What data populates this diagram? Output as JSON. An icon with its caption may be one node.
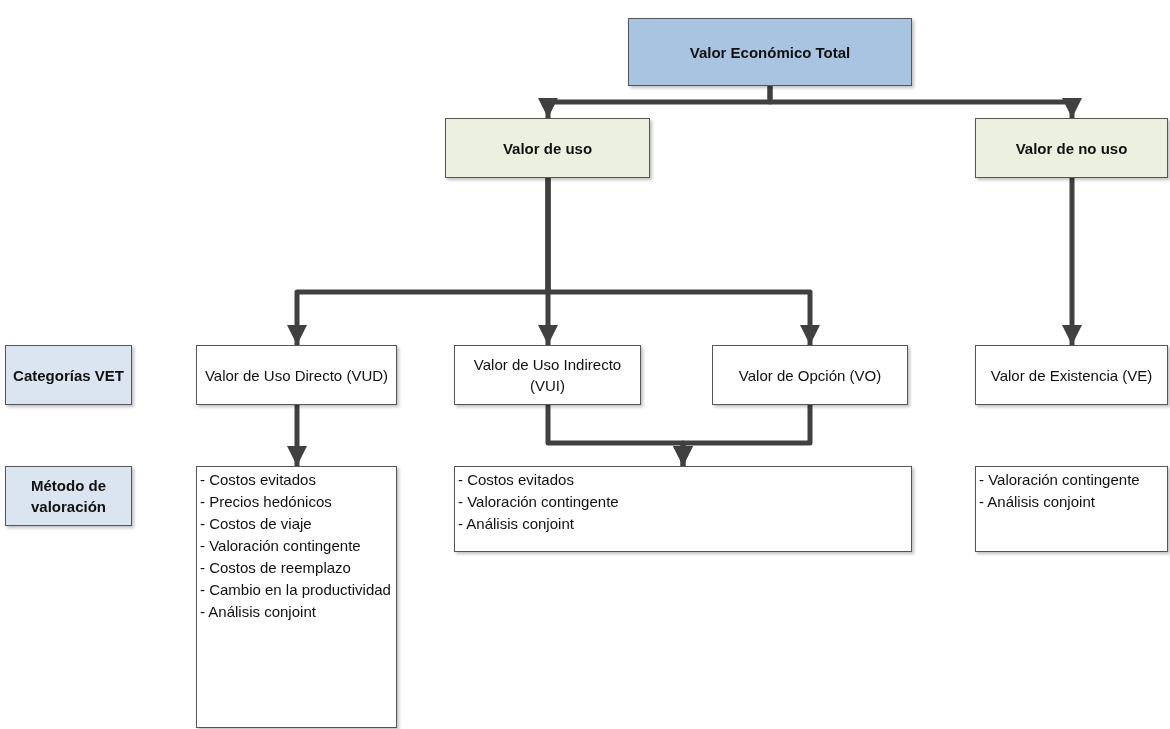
{
  "diagram": {
    "nodes": [
      {
        "text": [
          "Valor Económico Total"
        ]
      },
      {
        "text": [
          "Valor de uso"
        ]
      },
      {
        "text": [
          "Valor de no uso"
        ]
      },
      {
        "text": [
          "Categorías VET"
        ]
      },
      {
        "text": [
          "Valor de Uso Directo (VUD)"
        ]
      },
      {
        "text": [
          "Valor de Uso Indirecto (VUI)"
        ]
      },
      {
        "text": [
          "Valor de Opción (VO)"
        ]
      },
      {
        "text": [
          "Valor de Existencia (VE)"
        ]
      },
      {
        "text": [
          "Método de valoración"
        ]
      },
      {
        "text": [
          "- Costos evitados",
          "- Precios hedónicos",
          "- Costos de viaje",
          "- Valoración contingente",
          "- Costos de reemplazo",
          "- Cambio en la productividad",
          "- Análisis conjoint"
        ]
      },
      {
        "text": [
          "- Costos evitados",
          "- Valoración contingente",
          "- Análisis conjoint"
        ]
      },
      {
        "text": [
          "- Valoración contingente",
          "- Análisis conjoint"
        ]
      }
    ],
    "edges": [
      {
        "from": 0,
        "to": 1,
        "arrow": "to"
      },
      {
        "from": 0,
        "to": 2,
        "arrow": "to"
      },
      {
        "from": 1,
        "to": 4,
        "arrow": "to"
      },
      {
        "from": 1,
        "to": 5,
        "arrow": "to"
      },
      {
        "from": 1,
        "to": 6,
        "arrow": "to"
      },
      {
        "from": 2,
        "to": 7,
        "arrow": "to"
      },
      {
        "from": 4,
        "to": 9,
        "arrow": "to"
      },
      {
        "from": 5,
        "to": 10,
        "arrow": "to"
      },
      {
        "from": 6,
        "to": 10,
        "arrow": "to"
      }
    ]
  }
}
